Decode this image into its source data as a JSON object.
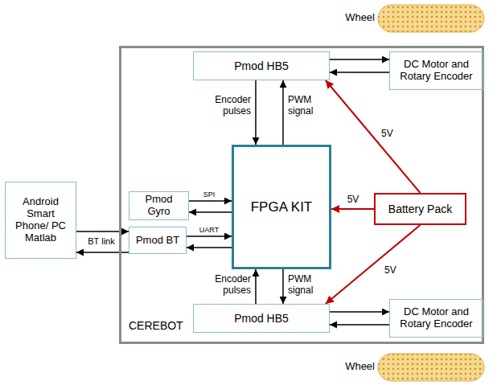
{
  "diagram": {
    "nodes": [
      {
        "text": [
          "CEREBOT"
        ]
      },
      {
        "text": [
          "Pmod HB5"
        ],
        "in": 0
      },
      {
        "text": [
          "DC Motor and Rotary Encoder"
        ],
        "in": 0
      },
      {
        "text": [
          "Android Smart Phone/ PC Matlab"
        ]
      },
      {
        "text": [
          "Pmod Gyro"
        ],
        "in": 0
      },
      {
        "text": [
          "FPGA KIT"
        ],
        "in": 0
      },
      {
        "text": [
          "Pmod BT"
        ],
        "in": 0
      },
      {
        "text": [
          "Battery Pack"
        ],
        "in": 0
      },
      {
        "text": [
          "Pmod HB5"
        ],
        "in": 0
      },
      {
        "text": [
          "DC Motor and Rotary Encoder"
        ],
        "in": 0
      }
    ],
    "edges": [
      {
        "from": 1,
        "to": 2,
        "arrow": "to"
      },
      {
        "from": 2,
        "to": 1,
        "arrow": "to"
      },
      {
        "from": 1,
        "to": 5,
        "label": "Encoder pulses",
        "arrow": "to"
      },
      {
        "from": 5,
        "to": 1,
        "label": "PWM signal",
        "arrow": "to"
      },
      {
        "from": 3,
        "to": 6,
        "label": "BT link",
        "arrow": "to"
      },
      {
        "from": 6,
        "to": 3,
        "arrow": "to"
      },
      {
        "from": 4,
        "to": 5,
        "label": "SPI",
        "arrow": "to"
      },
      {
        "from": 5,
        "to": 4,
        "arrow": "to"
      },
      {
        "from": 6,
        "to": 5,
        "label": "UART",
        "arrow": "to"
      },
      {
        "from": 5,
        "to": 6,
        "arrow": "to"
      },
      {
        "from": 7,
        "to": 1,
        "label": "5V",
        "arrow": "to"
      },
      {
        "from": 7,
        "to": 5,
        "label": "5V",
        "arrow": "to"
      },
      {
        "from": 7,
        "to": 8,
        "label": "5V",
        "arrow": "to"
      },
      {
        "from": 8,
        "to": 5,
        "label": "Encoder pulses",
        "arrow": "to"
      },
      {
        "from": 5,
        "to": 8,
        "label": "PWM signal",
        "arrow": "to"
      },
      {
        "from": 8,
        "to": 9,
        "arrow": "to"
      },
      {
        "from": 9,
        "to": 8,
        "arrow": "to"
      }
    ],
    "labels": [
      "Wheel",
      "Wheel"
    ]
  }
}
